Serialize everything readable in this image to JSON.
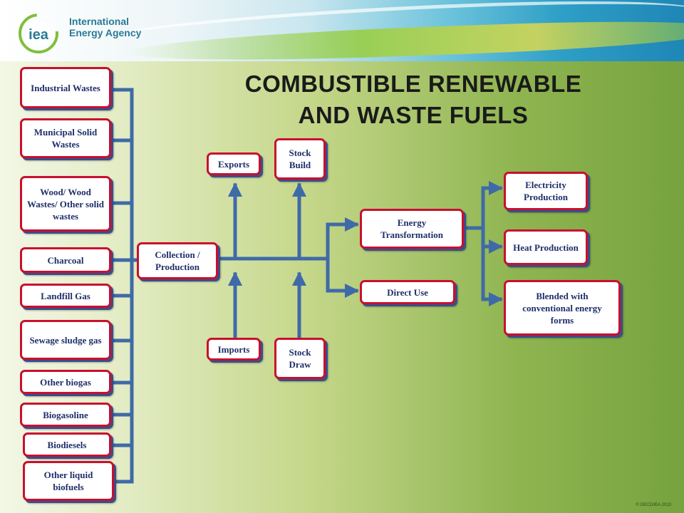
{
  "brand": {
    "line1": "International",
    "line2": "Energy Agency",
    "logo_text": "iea"
  },
  "title": {
    "line1": "COMBUSTIBLE RENEWABLE",
    "line2": "AND WASTE FUELS"
  },
  "sources": [
    "Industrial Wastes",
    "Municipal Solid Wastes",
    "Wood/ Wood Wastes/ Other solid wastes",
    "Charcoal",
    "Landfill Gas",
    "Sewage sludge gas",
    "Other biogas",
    "Biogasoline",
    "Biodiesels",
    "Other liquid biofuels"
  ],
  "flow": {
    "collection": "Collection / Production",
    "exports": "Exports",
    "stock_build": "Stock Build",
    "imports": "Imports",
    "stock_draw": "Stock Draw",
    "energy_transformation": "Energy Transformation",
    "direct_use": "Direct Use",
    "electricity": "Electricity Production",
    "heat": "Heat Production",
    "blended": "Blended with conventional energy forms"
  },
  "colors": {
    "box_border": "#c8102e",
    "box_text": "#1f2f6a",
    "line": "#3f6aa8"
  },
  "copyright": "© OECD/IEA 2013"
}
